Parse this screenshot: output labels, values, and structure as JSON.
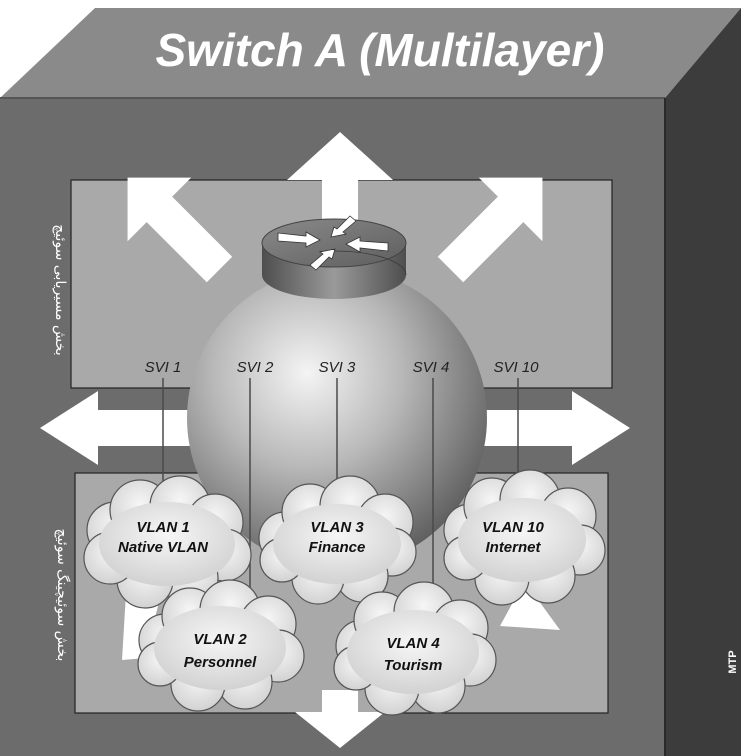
{
  "title": "Switch A (Multilayer)",
  "routing_section_label": "بخش مسیریابی سوئیچ",
  "switching_section_label": "بخش سوئیچینگ سوئیچ",
  "corner_tag": "MTP",
  "svis": [
    {
      "label": "SVI 1"
    },
    {
      "label": "SVI 2"
    },
    {
      "label": "SVI 3"
    },
    {
      "label": "SVI 4"
    },
    {
      "label": "SVI 10"
    }
  ],
  "vlans": [
    {
      "line1": "VLAN 1",
      "line2": "Native VLAN"
    },
    {
      "line1": "VLAN 2",
      "line2": "Personnel"
    },
    {
      "line1": "VLAN 3",
      "line2": "Finance"
    },
    {
      "line1": "VLAN 4",
      "line2": "Tourism"
    },
    {
      "line1": "VLAN 10",
      "line2": "Internet"
    }
  ]
}
